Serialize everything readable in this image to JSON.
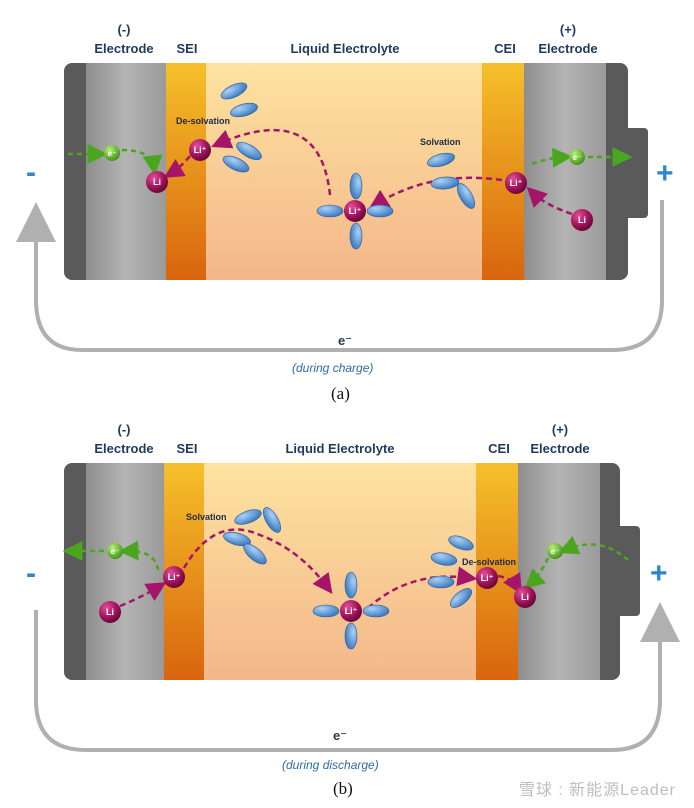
{
  "panel_a": {
    "electrode_neg": "(-)",
    "electrode_neg_label": "Electrode",
    "sei": "SEI",
    "electrolyte": "Liquid Electrolyte",
    "cei": "CEI",
    "electrode_pos": "(+)",
    "electrode_pos_label": "Electrode",
    "desolvation": "De-solvation",
    "solvation": "Solvation",
    "electron": "e⁻",
    "note": "(during charge)",
    "caption": "(a)",
    "minus": "-",
    "plus": "+"
  },
  "panel_b": {
    "electrode_neg": "(-)",
    "electrode_neg_label": "Electrode",
    "sei": "SEI",
    "electrolyte": "Liquid Electrolyte",
    "cei": "CEI",
    "electrode_pos": "(+)",
    "electrode_pos_label": "Electrode",
    "desolvation": "De-solvation",
    "solvation": "Solvation",
    "electron": "e⁻",
    "note": "(during discharge)",
    "caption": "(b)",
    "minus": "-",
    "plus": "+"
  },
  "species": {
    "li": "Li",
    "li_ion": "Li⁺",
    "e": "e⁻"
  },
  "watermark": "雪球 : 新能源Leader",
  "colors": {
    "electrode": "#9c9c9c",
    "electrode_dark": "#555555",
    "interphase": "#f0a21a",
    "electrolyte": "#f7cc8a",
    "li": "#a0125a",
    "solvent": "#4a8fd6",
    "arrow_li": "#a51468",
    "arrow_e": "#4aa61f",
    "label": "#1f3a5f",
    "sign": "#2f86c9"
  }
}
